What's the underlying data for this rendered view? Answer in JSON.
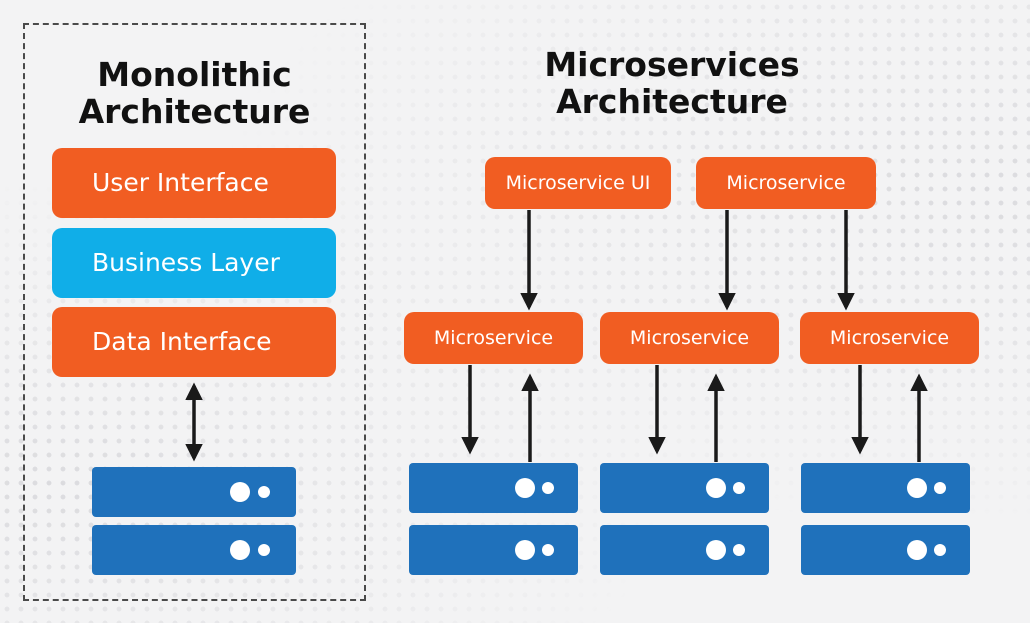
{
  "monolithic": {
    "title": "Monolithic\nArchitecture",
    "layers": [
      {
        "label": "User Interface",
        "color": "#f15d22"
      },
      {
        "label": "Business Layer",
        "color": "#10aee8"
      },
      {
        "label": "Data Interface",
        "color": "#f15d22"
      }
    ]
  },
  "microservices": {
    "title": "Microservices\nArchitecture",
    "top_services": [
      {
        "label": "Microservice UI"
      },
      {
        "label": "Microservice"
      }
    ],
    "services": [
      {
        "label": "Microservice"
      },
      {
        "label": "Microservice"
      },
      {
        "label": "Microservice"
      }
    ]
  },
  "colors": {
    "orange": "#f15d22",
    "cyan": "#10aee8",
    "database": "#1f71bb",
    "arrow": "#1a1a1a"
  }
}
